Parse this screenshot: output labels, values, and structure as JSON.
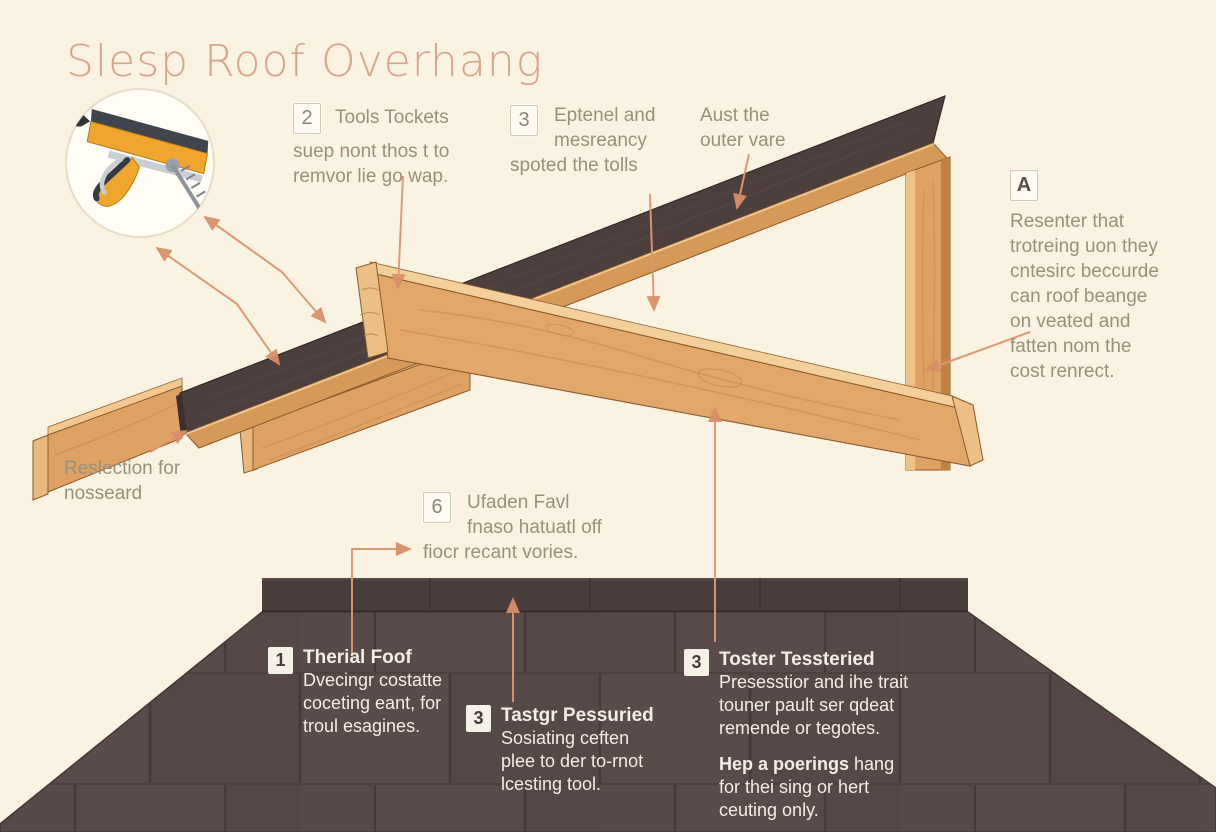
{
  "title": "Slesp Roof Overhang",
  "colors": {
    "background": "#faf3e1",
    "title": "#d6a68c",
    "annotation_gray": "#97907d",
    "arrow_salmon": "#dd9673",
    "wood_main": "#dfa265",
    "wood_light": "#f3cf9b",
    "wood_endgrain": "#ecbf86",
    "dark_panel": "#4c3f3e",
    "shingle_base": "#564947",
    "roof_text": "#f4eee3",
    "tool_yellow": "#f0a52f",
    "tool_dark": "#363b42"
  },
  "icons": {
    "tool": "caulk-gun-icon"
  },
  "callouts": {
    "step2": {
      "num": "2",
      "title": "Tools Tockets",
      "lines": [
        "suep nont thos t to",
        "remvor lie go wap."
      ]
    },
    "step3": {
      "num": "3",
      "lines": [
        "Eptenel and",
        "mesreancy",
        "spoted the tolls"
      ]
    },
    "aust": {
      "lines": [
        "Aust the",
        "outer vare"
      ]
    },
    "stepA": {
      "num": "A",
      "lines": [
        "Resenter that",
        "trotreing uon they",
        "cntesirc beccurde",
        "can roof beange",
        "on veated and",
        "fatten nom the",
        "cost renrect."
      ]
    },
    "reslection": {
      "lines": [
        "Reslection for",
        "nosseard"
      ]
    },
    "step6": {
      "num": "6",
      "lines": [
        "Ufaden Favl",
        "fnaso hatuatl off",
        "fiocr recant vories."
      ]
    },
    "roof1": {
      "num": "1",
      "title": "Therial Foof",
      "lines": [
        "Dvecingr costatte",
        "coceting eant, for",
        "troul esagines."
      ]
    },
    "roof3a": {
      "num": "3",
      "title": "Tastgr Pessuried",
      "lines": [
        "Sosiating ceften",
        "plee to der to-rnot",
        "lcesting tool."
      ]
    },
    "roof3b": {
      "num": "3",
      "title": "Toster Tessteried",
      "lines": [
        "Presesstior and ihe trait",
        "touner pault ser qdeat",
        "remende or tegotes."
      ]
    },
    "roofnote": {
      "bold": "Hep a poerings",
      "rest": " hang",
      "lines": [
        "for thei sing or hert",
        "ceuting only."
      ]
    }
  }
}
